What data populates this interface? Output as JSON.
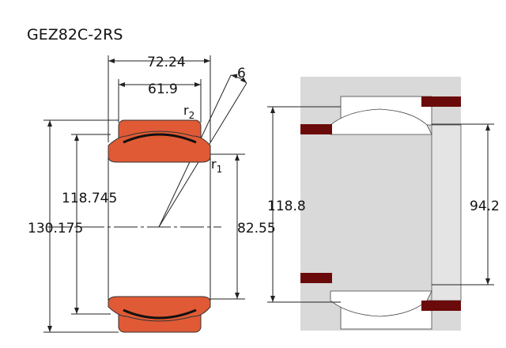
{
  "title": "GEZ82C-2RS",
  "dimensions": {
    "outer_width": "72.24",
    "inner_width": "61.9",
    "tilt_angle": "6",
    "r2": "r",
    "r2_sub": "2",
    "r1": "r",
    "r1_sub": "1",
    "ball_diameter": "118.745",
    "outer_diameter": "130.175",
    "bore_diameter": "82.55",
    "housing_shoulder": "118.8",
    "shaft_shoulder": "94.2"
  },
  "colors": {
    "ring": "#e05a35",
    "seal_bar": "#6b0a0a",
    "housing": "#d9d9d9"
  }
}
